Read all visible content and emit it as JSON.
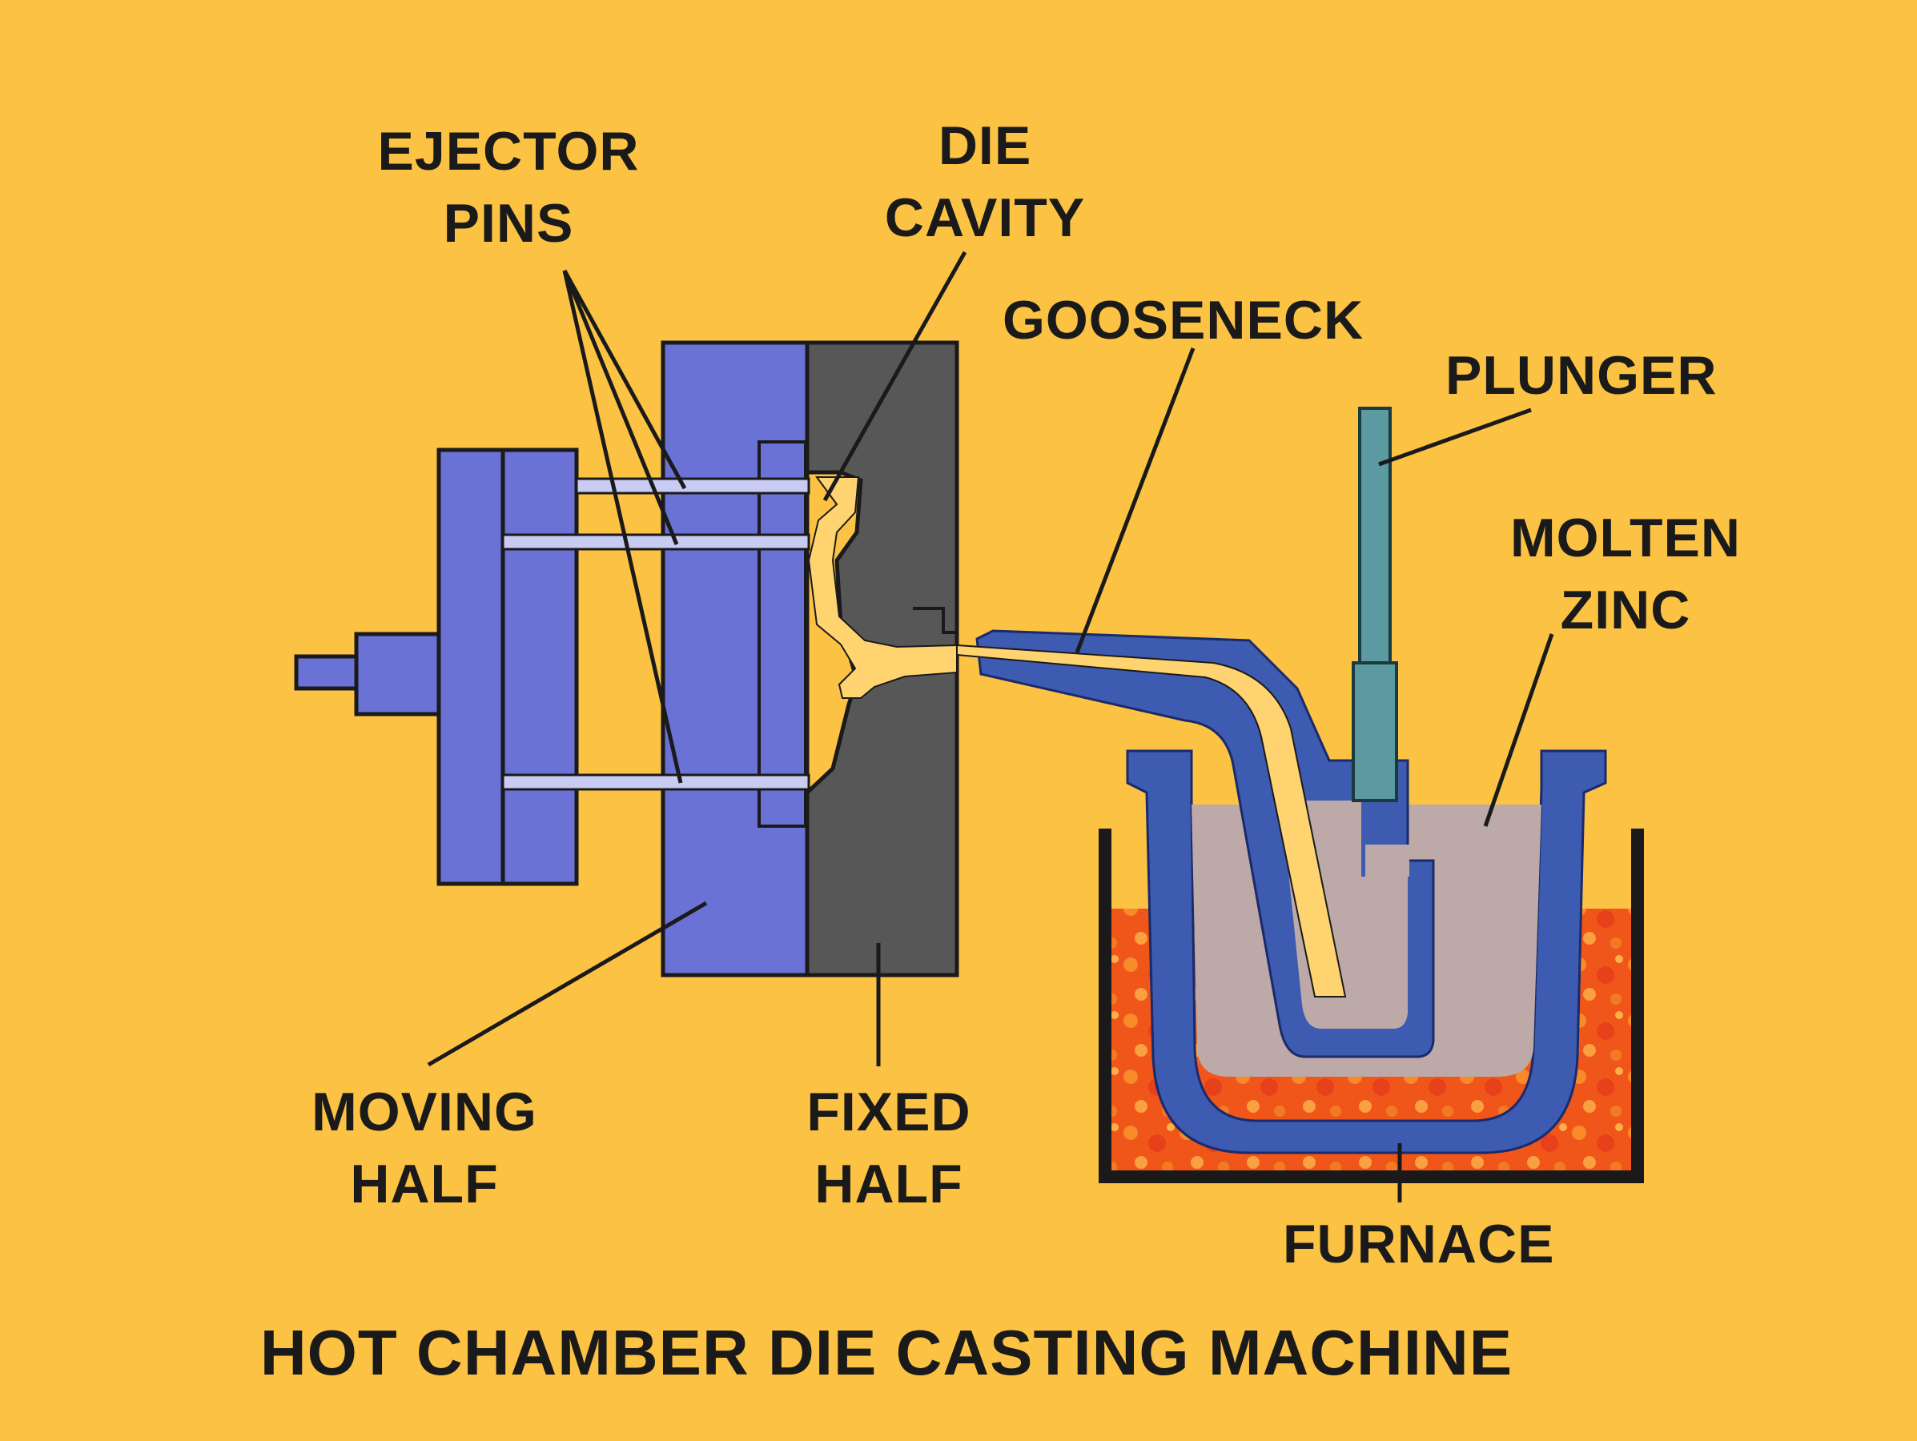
{
  "title": "HOT CHAMBER DIE CASTING MACHINE",
  "labels": {
    "ejector_pins": [
      "EJECTOR",
      "PINS"
    ],
    "die_cavity": [
      "DIE",
      "CAVITY"
    ],
    "gooseneck": "GOOSENECK",
    "plunger": "PLUNGER",
    "molten_zinc": [
      "MOLTEN",
      "ZINC"
    ],
    "moving_half": [
      "MOVING",
      "HALF"
    ],
    "fixed_half": [
      "FIXED",
      "HALF"
    ],
    "furnace": "FURNACE"
  },
  "colors": {
    "background": "#FCC244",
    "moving_half": "#6B72D6",
    "fixed_half": "#575757",
    "molten_metal_path": "#FFD470",
    "gooseneck": "#3D5BB1",
    "plunger": "#5A9AA0",
    "molten_zinc": "#BCA9A8",
    "furnace_fire": "#F0561A",
    "outline": "#1a1a1a"
  }
}
